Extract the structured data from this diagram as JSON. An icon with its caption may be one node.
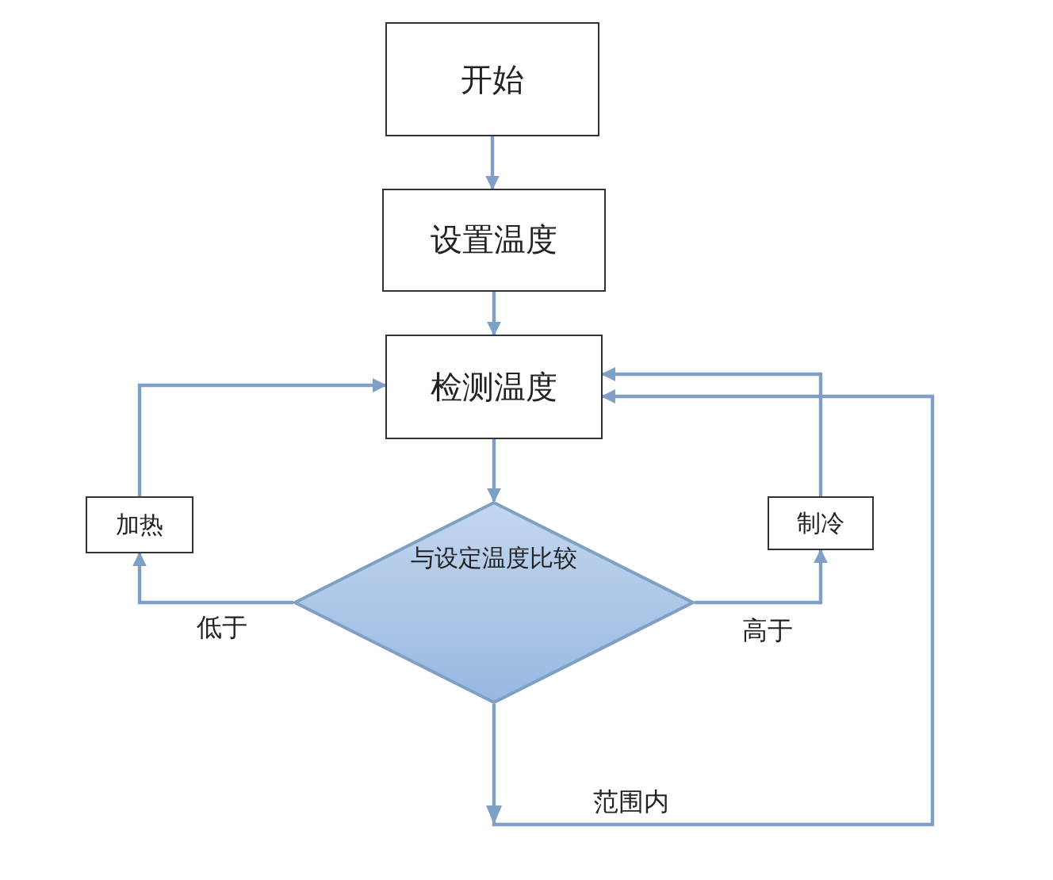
{
  "diagram": {
    "nodes": [
      {
        "text": [
          "开始"
        ]
      },
      {
        "text": [
          "设置温度"
        ]
      },
      {
        "text": [
          "检测温度"
        ]
      },
      {
        "text": [
          "与设定温度比较"
        ]
      },
      {
        "text": [
          "加热"
        ]
      },
      {
        "text": [
          "制冷"
        ]
      }
    ],
    "edges": [
      {
        "from": 0,
        "to": 1,
        "arrow": "to"
      },
      {
        "from": 1,
        "to": 2,
        "arrow": "to"
      },
      {
        "from": 2,
        "to": 3,
        "arrow": "to"
      },
      {
        "from": 3,
        "to": 4,
        "arrow": "to",
        "label": "低于"
      },
      {
        "from": 4,
        "to": 2,
        "arrow": "to"
      },
      {
        "from": 3,
        "to": 5,
        "arrow": "to",
        "label": "高于"
      },
      {
        "from": 5,
        "to": 2,
        "arrow": "to"
      },
      {
        "from": 3,
        "to": 2,
        "arrow": "to",
        "label": "范围内"
      }
    ]
  }
}
